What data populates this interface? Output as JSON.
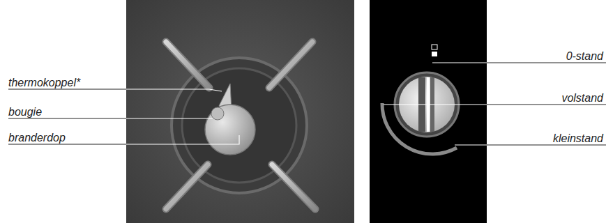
{
  "diagram": {
    "labels": [
      "thermokoppel*",
      "bougie",
      "branderdop",
      "0-stand",
      "volstand",
      "kleinstand"
    ]
  }
}
